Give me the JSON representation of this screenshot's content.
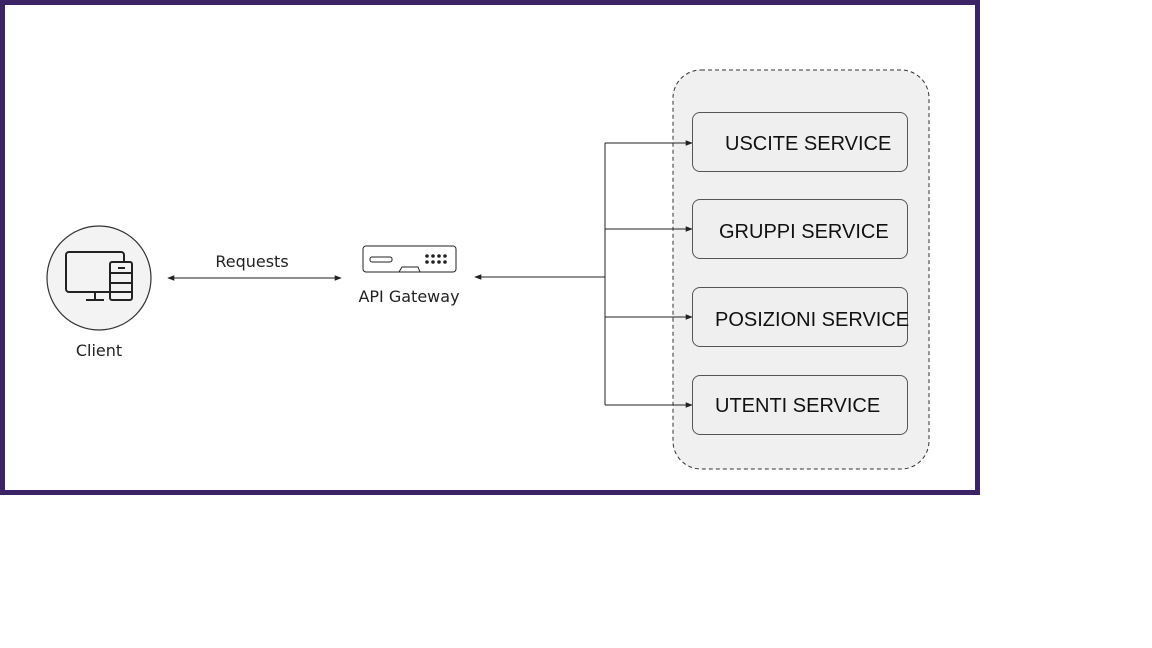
{
  "colors": {
    "frame_border": "#3c2366",
    "group_fill": "#f0f0f0",
    "box_fill": "#efefef",
    "line": "#222222"
  },
  "client": {
    "label": "Client",
    "icon": "desktop-computer-icon"
  },
  "edge_requests": {
    "label": "Requests"
  },
  "gateway": {
    "label": "API Gateway",
    "icon": "gateway-appliance-icon"
  },
  "services": [
    {
      "label": "USCITE SERVICE"
    },
    {
      "label": "GRUPPI SERVICE"
    },
    {
      "label": "POSIZIONI SERVICE"
    },
    {
      "label": "UTENTI SERVICE"
    }
  ]
}
